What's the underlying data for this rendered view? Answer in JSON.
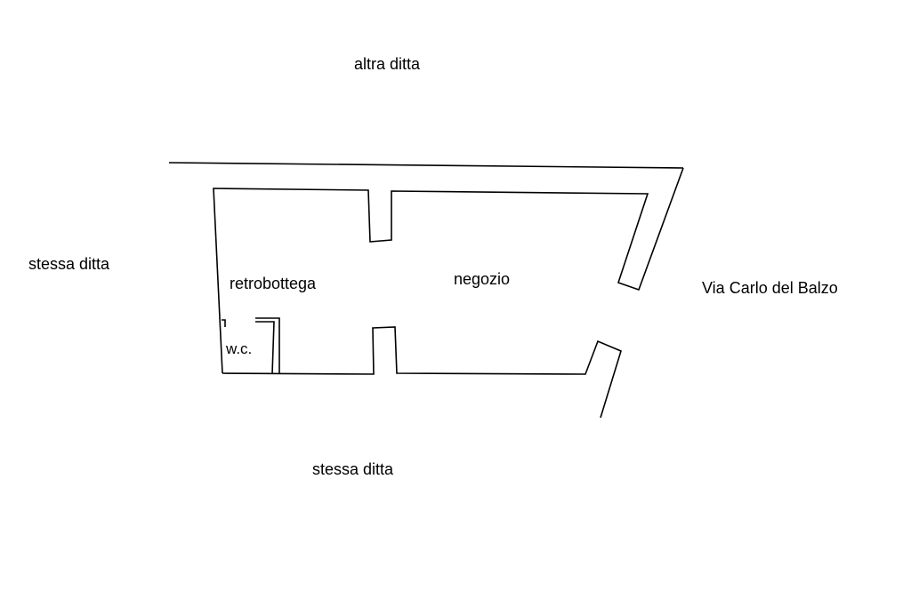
{
  "labels": {
    "north_neighbor": "altra ditta",
    "west_neighbor": "stessa ditta",
    "south_neighbor": "stessa ditta",
    "street": "Via Carlo del Balzo",
    "back_room": "retrobottega",
    "shop": "negozio",
    "toilet": "w.c."
  },
  "colors": {
    "line": "#000000",
    "text": "#000000",
    "background": "#ffffff"
  }
}
